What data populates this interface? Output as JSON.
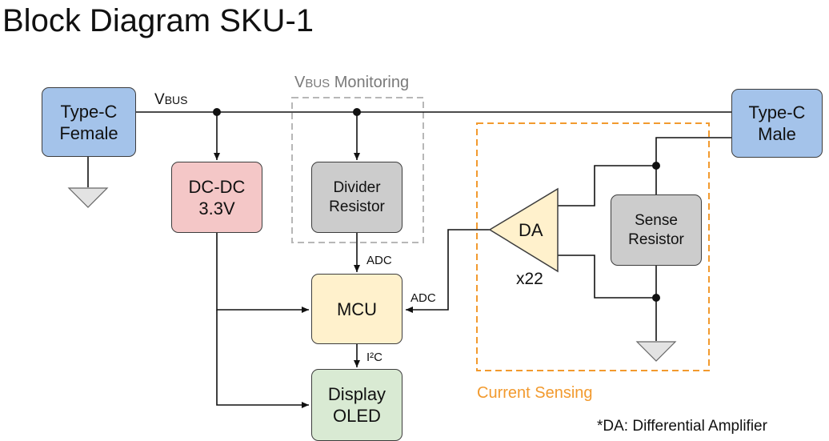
{
  "title": "Block Diagram SKU-1",
  "blocks": {
    "typec_female": "Type-C\nFemale",
    "typec_male": "Type-C\nMale",
    "dcdc": "DC-DC\n3.3V",
    "divider": "Divider\nResistor",
    "mcu": "MCU",
    "display": "Display\nOLED",
    "sense": "Sense\nResistor",
    "amplifier": "DA"
  },
  "labels": {
    "vbus_v": "V",
    "vbus_sub": "BUS",
    "monitoring_v": "V",
    "monitoring_sub": "BUS",
    "monitoring_rest": " Monitoring",
    "adc_divider": "ADC",
    "adc_amp": "ADC",
    "i2c": "I²C",
    "gain": "x22",
    "current_sensing": "Current Sensing",
    "footnote": "*DA: Differential Amplifier"
  },
  "colors": {
    "connector": "#a4c3ea",
    "dcdc": "#f4c7c7",
    "passive": "#cccccc",
    "mcu": "#fff1cc",
    "display": "#d9ead3",
    "current_sensing_border": "#f29a2e",
    "monitoring_border": "#b7b7b7"
  }
}
